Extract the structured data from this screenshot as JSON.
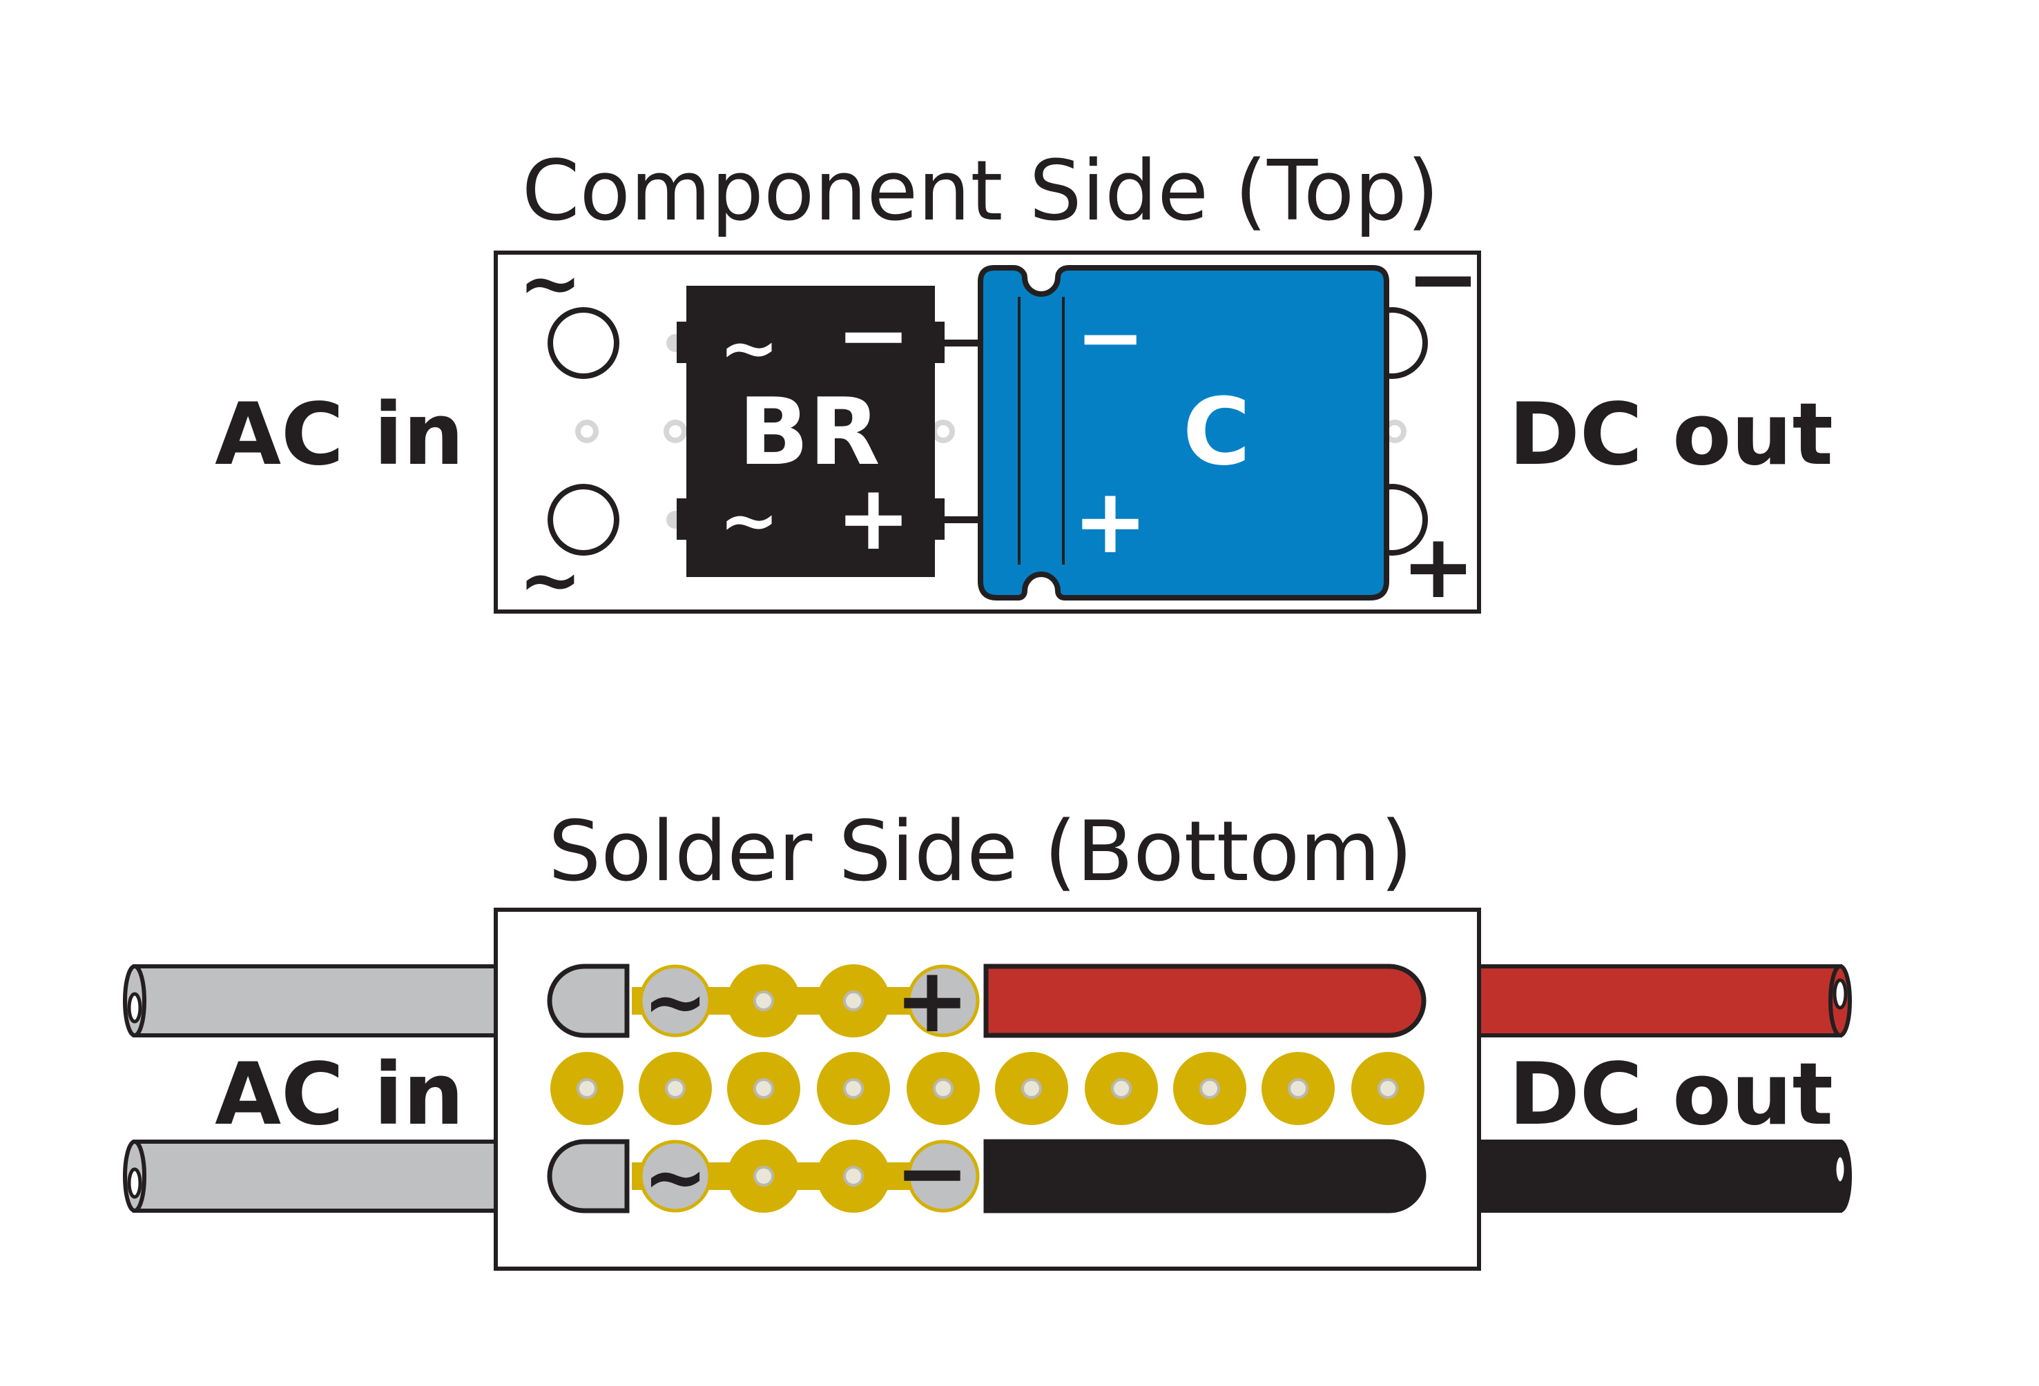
{
  "colors": {
    "ink": "#231f20",
    "capacitor": "#0680c4",
    "pad": "#d4b002",
    "hole": "#e9e6d8",
    "wire_ac": "#bfc0c2",
    "wire_positive": "#c1312b",
    "wire_negative": "#231f20",
    "board": "#ffffff",
    "ghost_hole": "#d6d6d6"
  },
  "top_view": {
    "title": "Component Side (Top)",
    "left_label": "AC in",
    "right_label": "DC out",
    "bridge_rectifier": {
      "label": "BR",
      "ac_top": "~",
      "ac_bottom": "~",
      "negative": "−",
      "positive": "+"
    },
    "capacitor": {
      "label": "C",
      "negative": "−",
      "positive": "+"
    },
    "ac_terminal_top": "~",
    "ac_terminal_bottom": "~",
    "dc_terminal_negative": "−",
    "dc_terminal_positive": "+"
  },
  "bottom_view": {
    "title": "Solder Side (Bottom)",
    "left_label": "AC in",
    "right_label": "DC out",
    "pad_ac_top": "~",
    "pad_ac_bottom": "~",
    "pad_positive": "+",
    "pad_negative": "−"
  },
  "icons": [
    "bridge-rectifier-icon",
    "capacitor-icon",
    "wire-icon",
    "solder-pad-icon",
    "terminal-icon"
  ]
}
